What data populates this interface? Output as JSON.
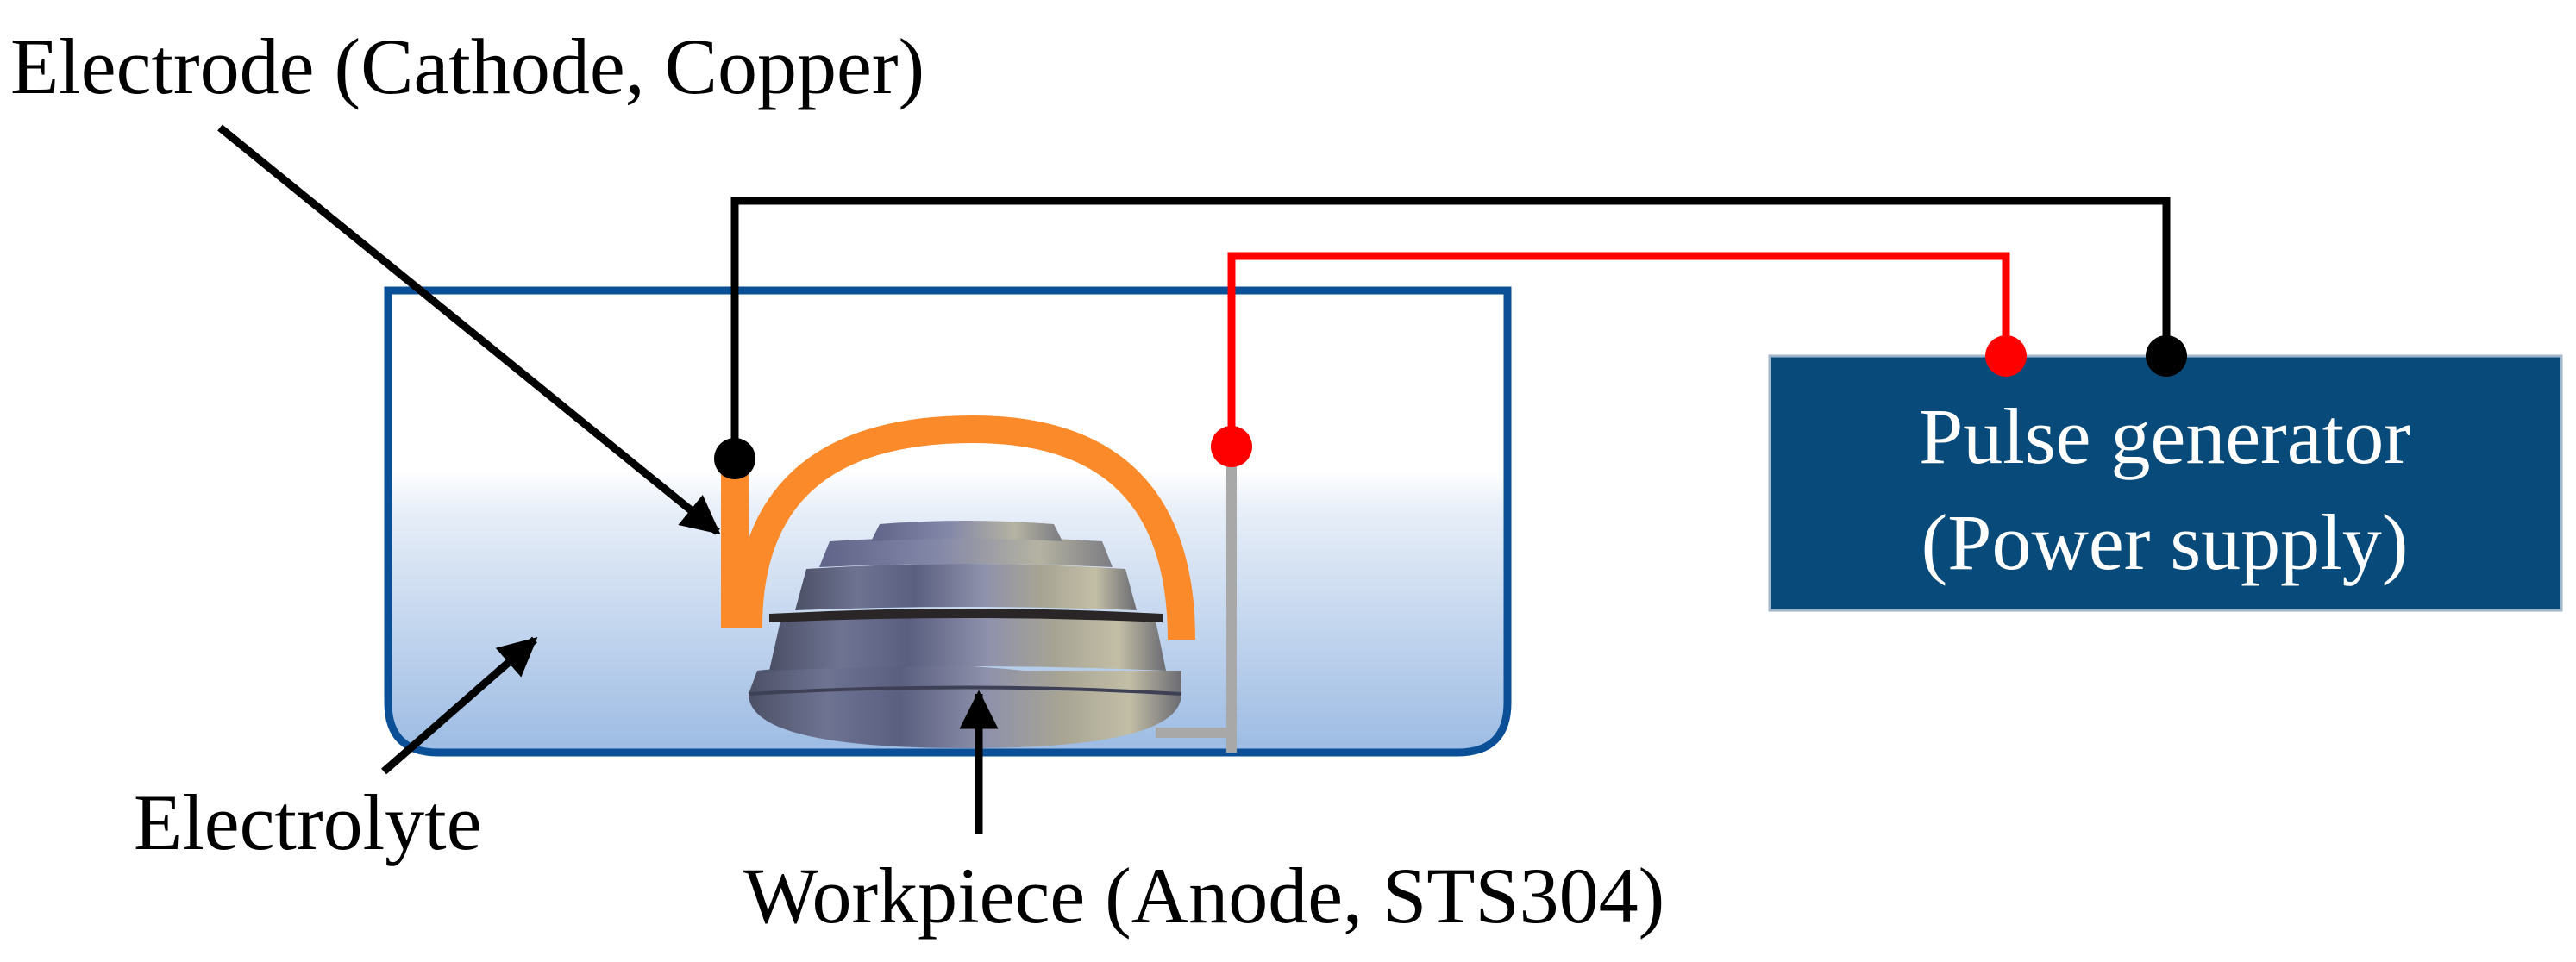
{
  "labels": {
    "electrode": "Electrode (Cathode, Copper)",
    "electrolyte": "Electrolyte",
    "workpiece": "Workpiece (Anode, STS304)",
    "generator_line1": "Pulse generator",
    "generator_line2": "(Power supply)"
  },
  "colors": {
    "tank_border": "#0b4f97",
    "generator_fill": "#084b7a",
    "negative_wire": "#000000",
    "positive_wire": "#ff0000",
    "electrode": "#fa8a2a",
    "anode_lead": "#a8a8a8"
  },
  "icons": {
    "workpiece": "stacked-metal-disc",
    "terminals": "terminal-dot"
  }
}
